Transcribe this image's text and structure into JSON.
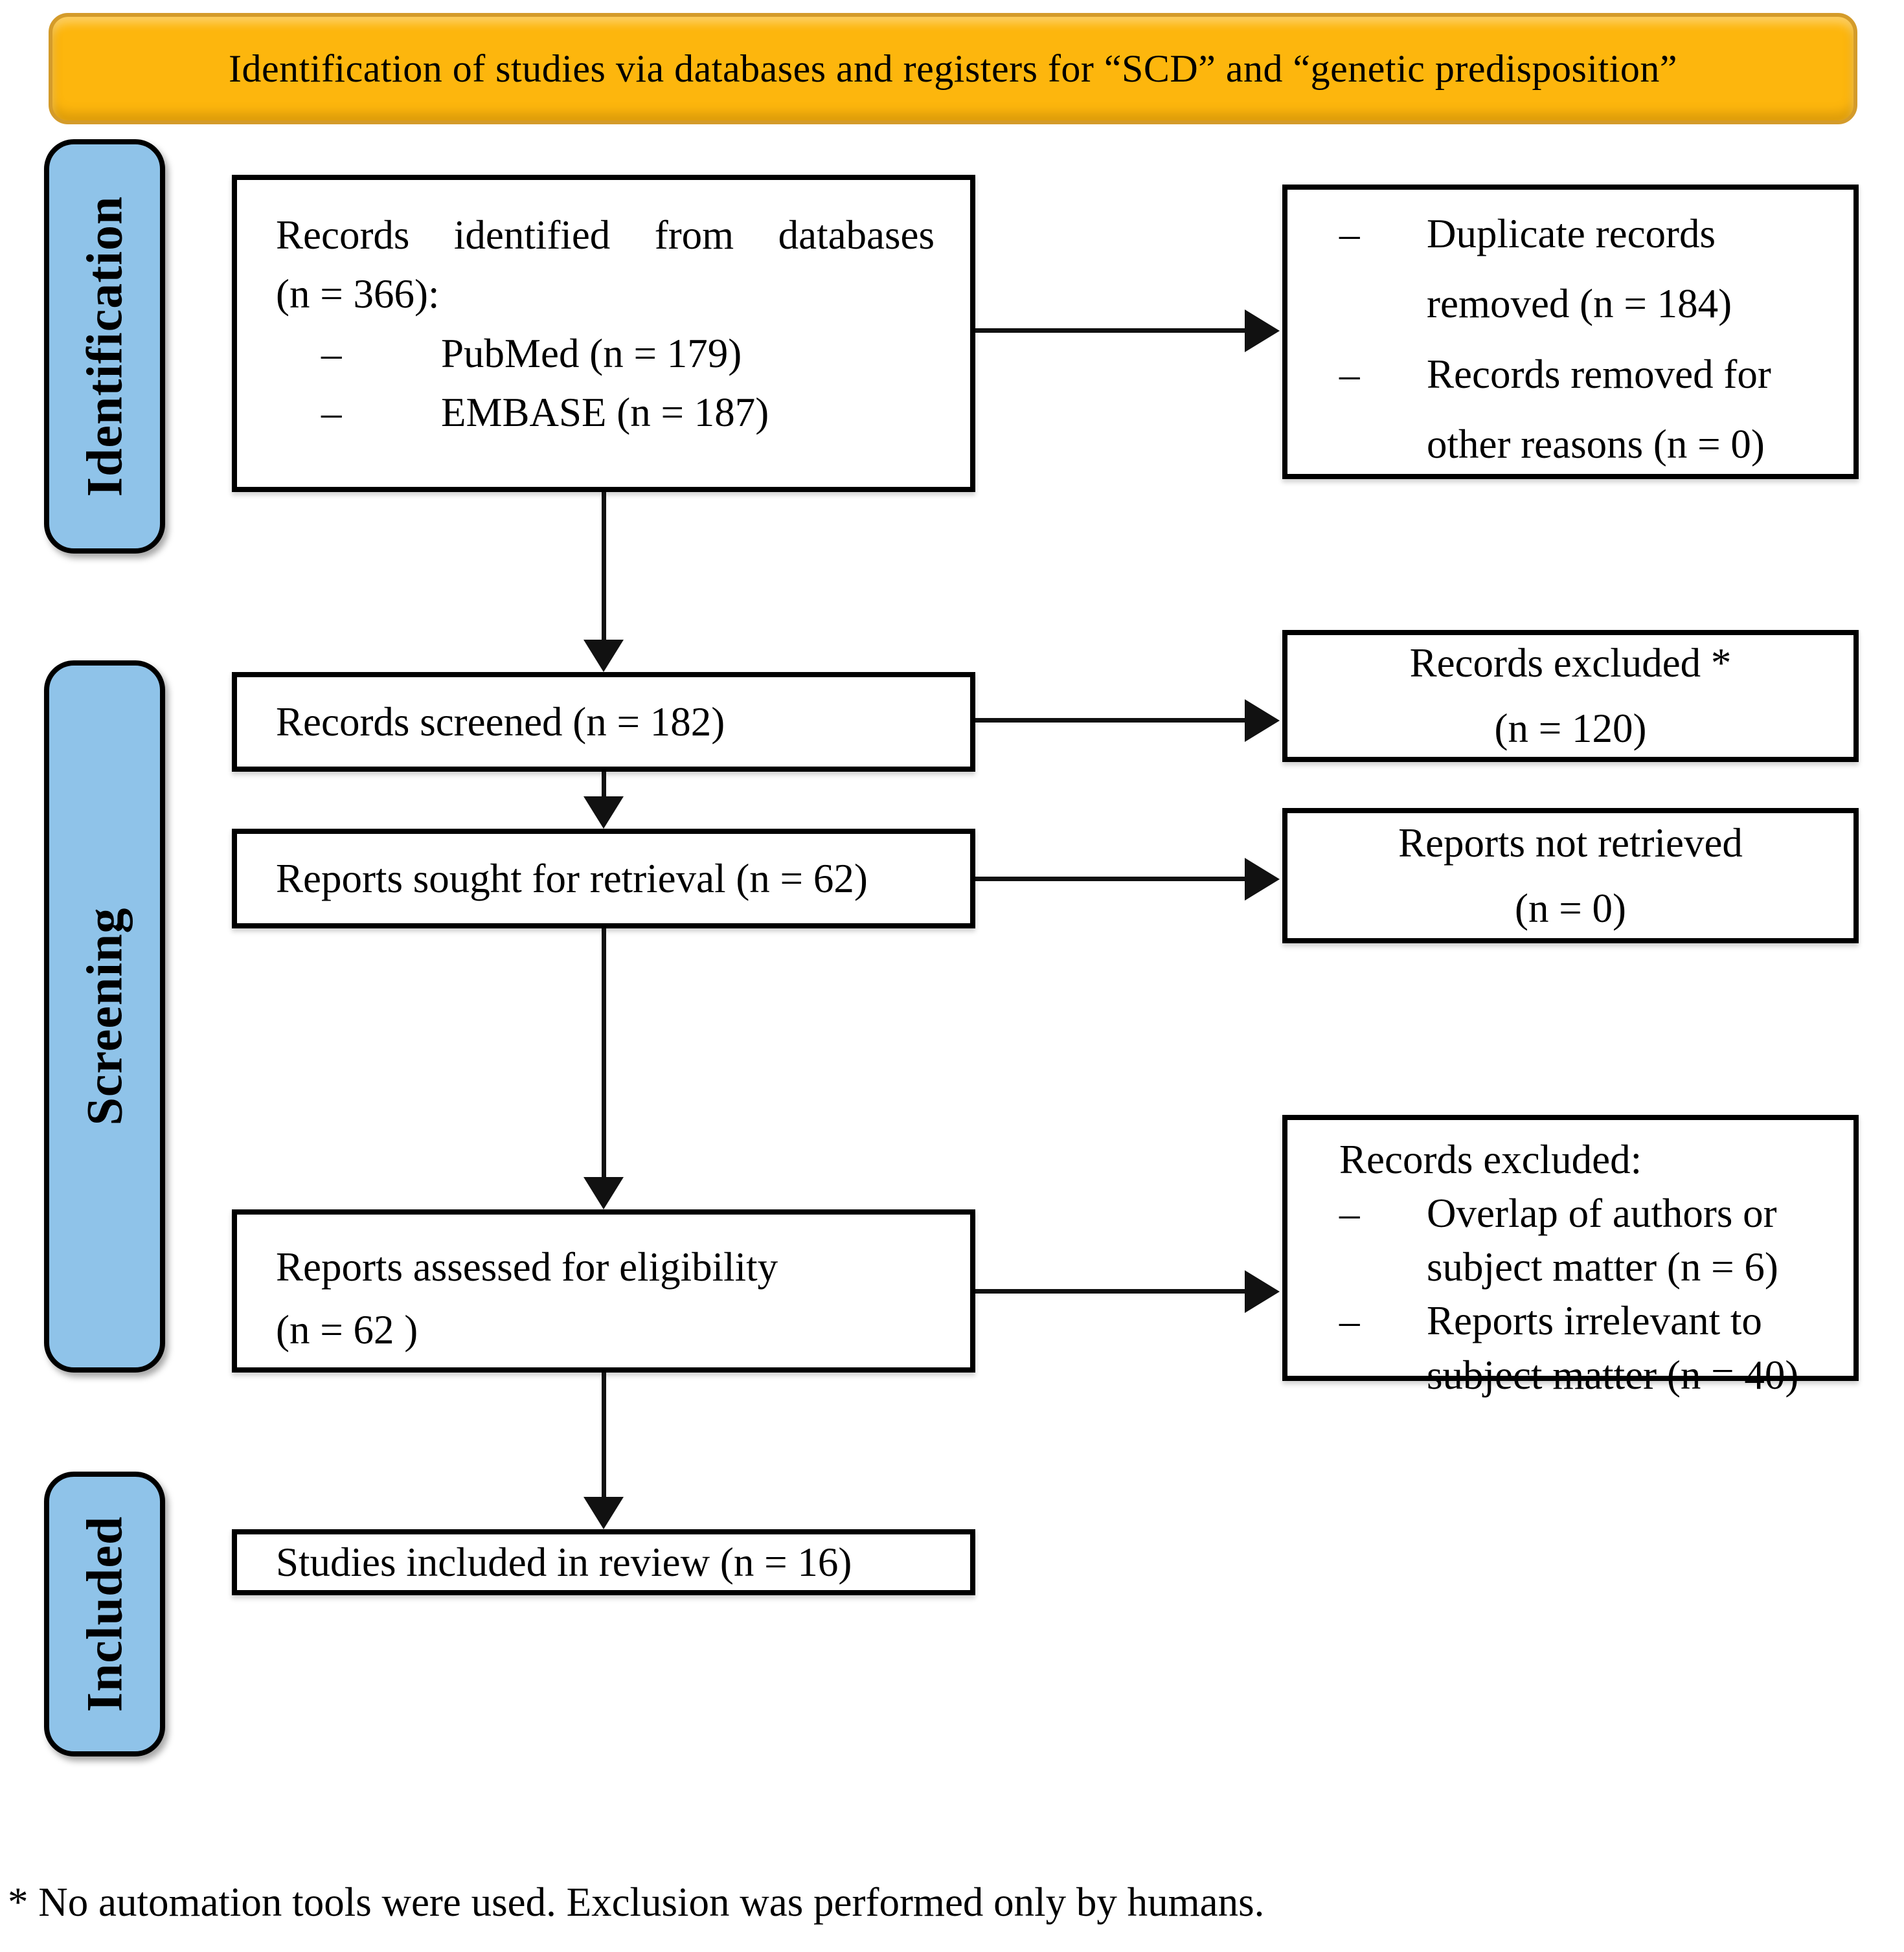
{
  "banner": {
    "title": "Identification of studies via databases and registers for “SCD” and “genetic predisposition”"
  },
  "stages": [
    {
      "label": "Identification"
    },
    {
      "label": "Screening"
    },
    {
      "label": "Included"
    }
  ],
  "left_column": {
    "records_identified": {
      "line1": "Records identified from databases",
      "line2": "(n = 366):",
      "items": [
        {
          "text": "PubMed (n = 179)"
        },
        {
          "text": "EMBASE (n = 187)"
        }
      ]
    },
    "records_screened": {
      "text": "Records screened (n = 182)"
    },
    "reports_sought": {
      "text": "Reports sought for retrieval (n = 62)"
    },
    "reports_assessed": {
      "line1": "Reports assessed for eligibility",
      "line2": "(n = 62 )"
    },
    "studies_included": {
      "text": "Studies included in review (n = 16)"
    }
  },
  "right_column": {
    "removed_before_screening": {
      "items": [
        {
          "text": "Duplicate records removed (n = 184)"
        },
        {
          "text": "Records removed for other reasons (n = 0)"
        }
      ]
    },
    "records_excluded": {
      "line1": "Records excluded *",
      "line2": "(n = 120)"
    },
    "reports_not_retrieved": {
      "line1": "Reports not retrieved",
      "line2": "(n = 0)"
    },
    "reports_excluded": {
      "title": "Records excluded:",
      "items": [
        {
          "text": "Overlap of authors or subject matter (n = 6)"
        },
        {
          "text": "Reports irrelevant to subject matter (n = 40)"
        }
      ]
    }
  },
  "footnote": "* No automation tools were used. Exclusion was performed only by humans.",
  "glyphs": {
    "dash": "–"
  },
  "colors": {
    "accent_yellow": "#FDB60D",
    "banner_border": "#D49B2A",
    "stage_blue": "#8FC3E9",
    "line_black": "#111111"
  }
}
